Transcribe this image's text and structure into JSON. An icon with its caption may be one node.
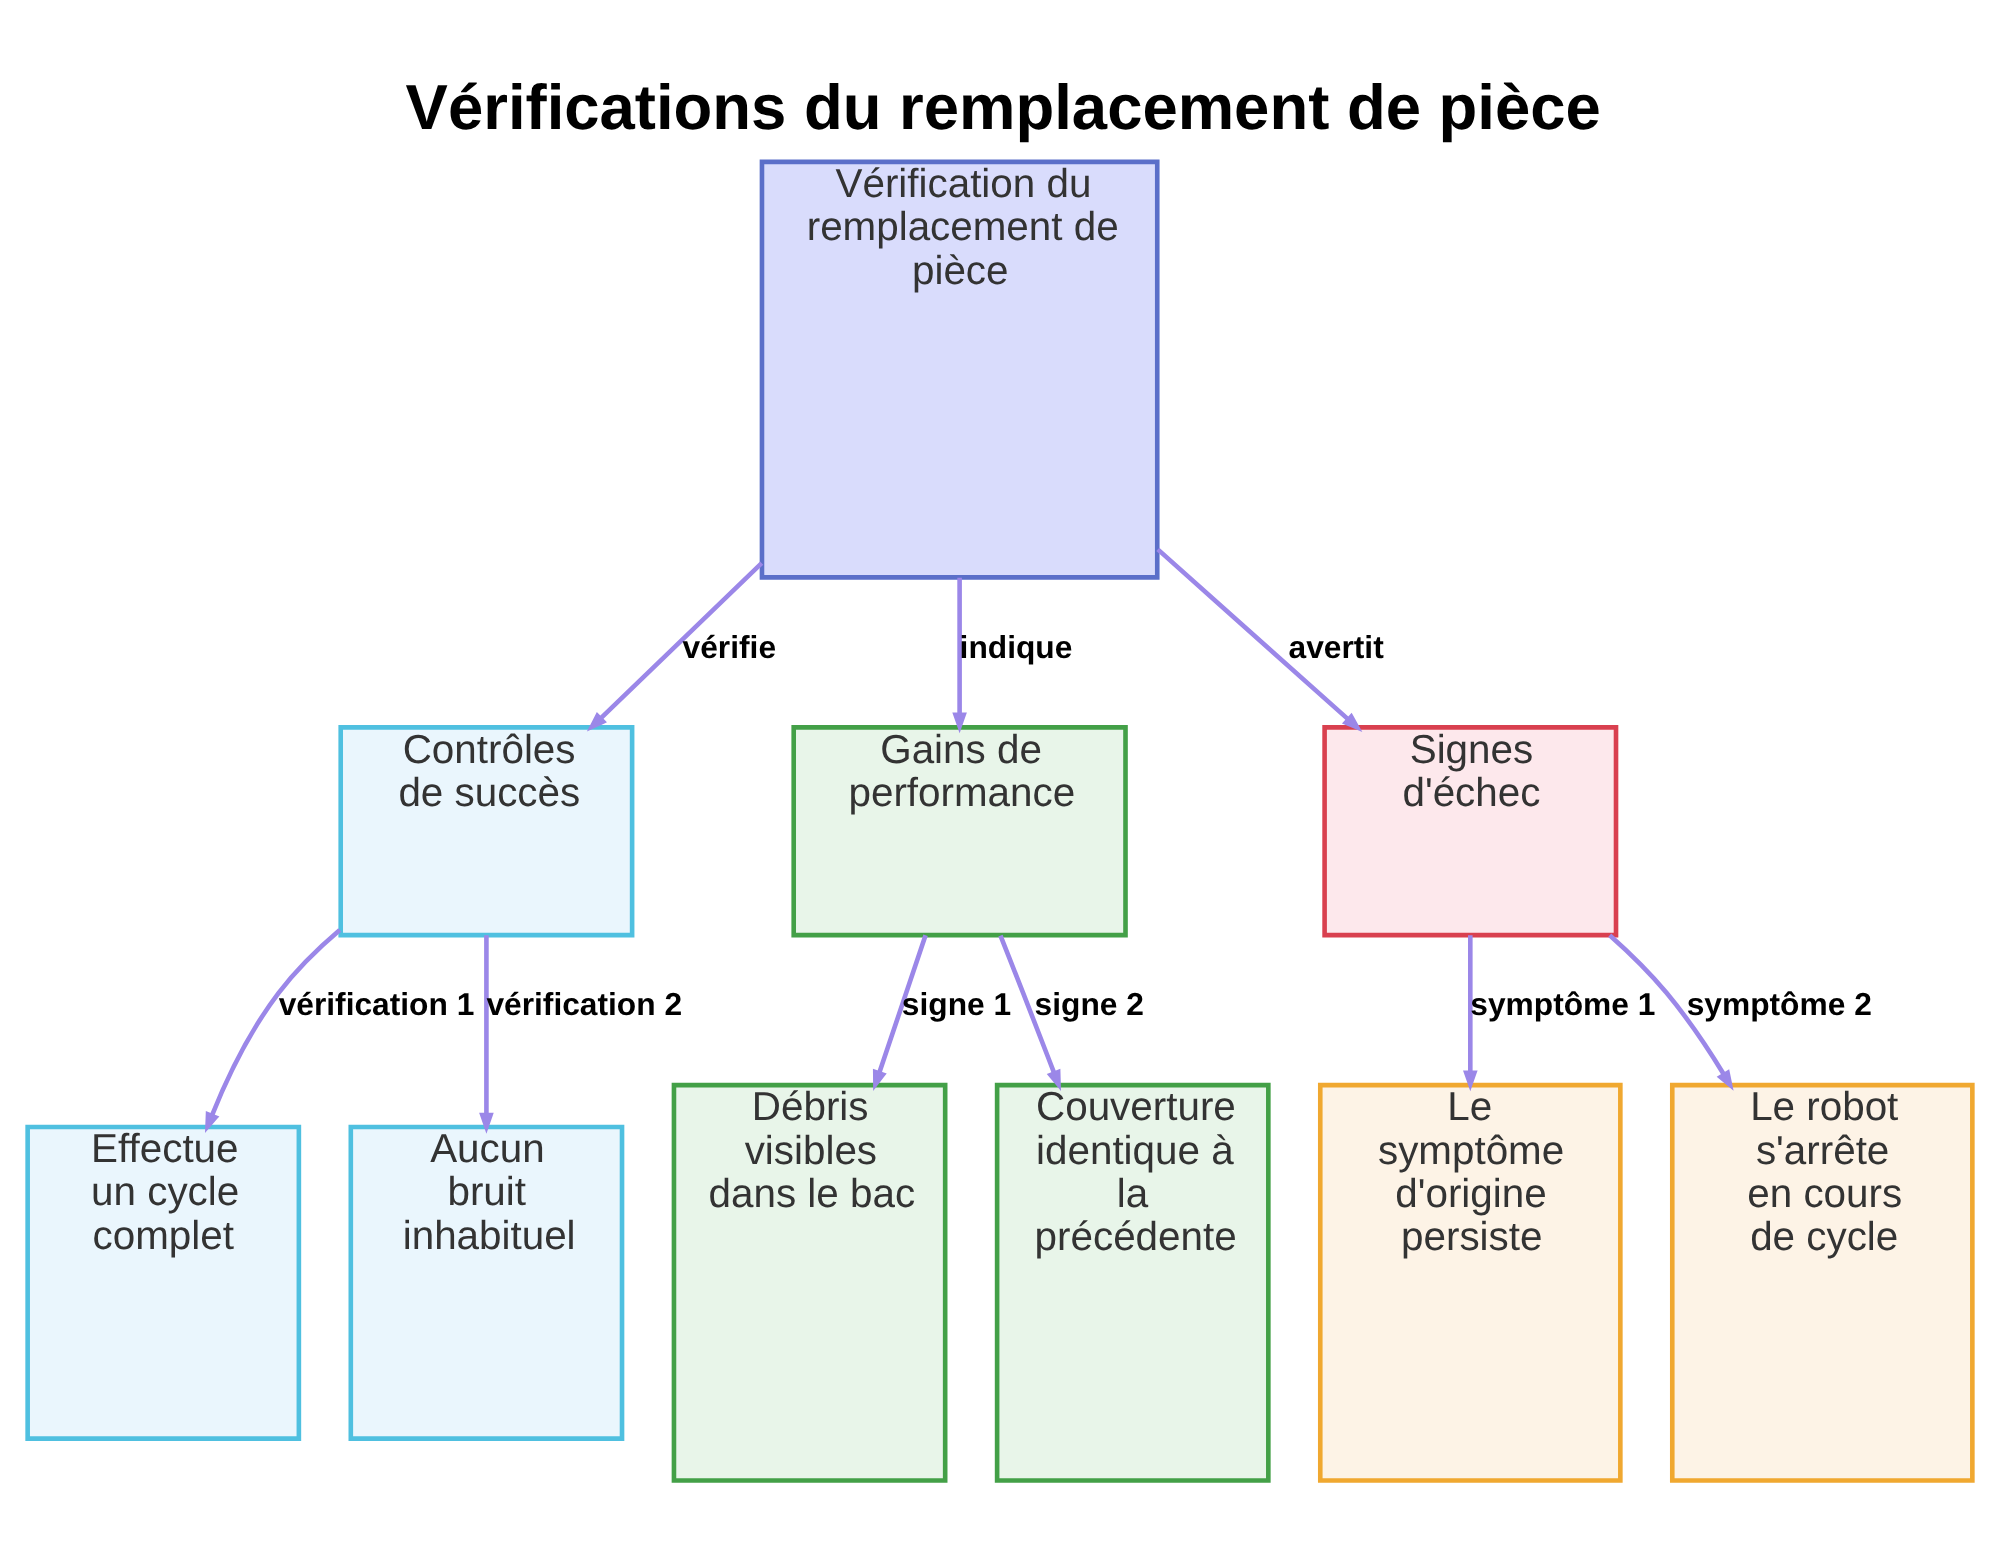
{
  "diagram": {
    "title": "Vérifications du remplacement de pièce",
    "nodes": [
      {
        "text": [
          "Vérification du remplacement de pièce"
        ]
      },
      {
        "text": [
          "Contrôles de succès"
        ]
      },
      {
        "text": [
          "Gains de performance"
        ]
      },
      {
        "text": [
          "Signes d'échec"
        ]
      },
      {
        "text": [
          "Effectue un cycle complet"
        ]
      },
      {
        "text": [
          "Aucun bruit inhabituel"
        ]
      },
      {
        "text": [
          "Débris visibles dans le bac"
        ]
      },
      {
        "text": [
          "Couverture identique à la précédente"
        ]
      },
      {
        "text": [
          "Le symptôme d'origine persiste"
        ]
      },
      {
        "text": [
          "Le robot s'arrête en cours de cycle"
        ]
      }
    ],
    "edges": [
      {
        "from": 0,
        "to": 1,
        "arrow": "to",
        "label": "vérifie"
      },
      {
        "from": 0,
        "to": 2,
        "arrow": "to",
        "label": "indique"
      },
      {
        "from": 0,
        "to": 3,
        "arrow": "to",
        "label": "avertit"
      },
      {
        "from": 1,
        "to": 4,
        "arrow": "to",
        "label": "vérification 1"
      },
      {
        "from": 1,
        "to": 5,
        "arrow": "to",
        "label": "vérification 2"
      },
      {
        "from": 2,
        "to": 6,
        "arrow": "to",
        "label": "signe 1"
      },
      {
        "from": 2,
        "to": 7,
        "arrow": "to",
        "label": "signe 2"
      },
      {
        "from": 3,
        "to": 8,
        "arrow": "to",
        "label": "symptôme 1"
      },
      {
        "from": 3,
        "to": 9,
        "arrow": "to",
        "label": "symptôme 2"
      }
    ]
  }
}
